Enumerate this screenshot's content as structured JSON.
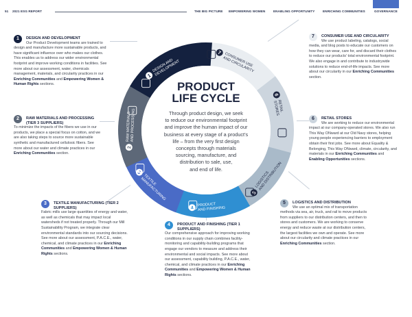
{
  "header": {
    "page": "51",
    "report": "2021 ESG REPORT",
    "nav": [
      "THE BIG PICTURE",
      "EMPOWERING WOMEN",
      "ENABLING OPPORTUNITY",
      "ENRICHING COMMUNITIES",
      "GOVERNANCE"
    ]
  },
  "center": {
    "title1": "PRODUCT",
    "title2": "LIFE CYCLE",
    "lines": [
      "Through product design, we seek",
      "to reduce our environmental footprint",
      "and improve the human impact of our",
      "business at every stage of a product's",
      "life – from the very first design",
      "concepts through materials",
      "sourcing, manufacture, and",
      "distribution to sale, use,",
      "and end of life."
    ]
  },
  "ring": [
    {
      "n": "1",
      "l1": "DESIGN AND",
      "l2": "DEVELOPMENT",
      "color": "#14213f",
      "icon": "window-icon"
    },
    {
      "n": "2",
      "l1": "RAW MATERIALS",
      "l2": "AND PROCESSING",
      "color": "#5d6878",
      "icon": "cotton-icon"
    },
    {
      "n": "3",
      "l1": "TEXTILE",
      "l2": "MANUFACTURING",
      "color": "#4a6bc6",
      "icon": "fabric-icon"
    },
    {
      "n": "4",
      "l1": "PRODUCT",
      "l2": "AND FINISHING",
      "color": "#2f8fd2",
      "icon": "glove-icon"
    },
    {
      "n": "5",
      "l1": "LOGISTICS",
      "l2": "AND DISTRIBUTION",
      "color": "#a9bac9",
      "icon": "cart-icon"
    },
    {
      "n": "6",
      "l1": "RETAIL",
      "l2": "STORES",
      "color": "#ccd5de",
      "icon": "bag-icon"
    },
    {
      "n": "7",
      "l1": "CONSUMER USE",
      "l2": "AND CIRCULARITY",
      "color": "#e9edf1",
      "icon": "recycle-icon"
    }
  ],
  "blocks": [
    {
      "n": "1",
      "title": "DESIGN AND DEVELOPMENT",
      "body": "Our Product Development teams are trained to design and manufacture more sustainable products, and have significant influence over who makes our clothes. This enables us to address our wider environmental footprint and improve working conditions in facilities. See more about our assessment, water, chemicals management, materials, and circularity practices in our ",
      "b1": "Enriching Communities",
      "mid": " and ",
      "b2": "Empowering Women & Human Rights",
      "end": " sections."
    },
    {
      "n": "2",
      "title": "RAW MATERIALS AND PROCESSING (TIER 3 SUPPLIERS)",
      "body": "To minimize the impacts of the fibers we use in our products, we place a special focus on cotton, and we are also taking steps to source more sustainable synthetic and manufactured cellulosic fibers. See more about our water and climate practices in our ",
      "b1": "Enriching Communities",
      "end": " section."
    },
    {
      "n": "3",
      "title": "TEXTILE MANUFACTURING (TIER 2 SUPPLIERS)",
      "body": "Fabric mills use large quantities of energy and water, as well as chemicals that may impact local watersheds if not treated properly. Through our Mill Sustainability Program, we integrate clear environmental standards into our sourcing decisions. See more about our assessment, P.A.C.E., water, chemical, and climate practices in our ",
      "b1": "Enriching Communities",
      "mid": " and ",
      "b2": "Empowering Women & Human Rights",
      "end": " sections."
    },
    {
      "n": "4",
      "title": "PRODUCT AND FINISHING (TIER 1 SUPPLIERS)",
      "body": "Our comprehensive approach for improving working conditions in our supply chain combines facility-monitoring and capability-building programs that engage our vendors to measure and address their environmental and social impacts. See more about our assessment, capability building, P.A.C.E., water, chemical, and climate practices in our ",
      "b1": "Enriching Communities",
      "mid": " and ",
      "b2": "Empowering Women & Human Rights",
      "end": " sections."
    },
    {
      "n": "5",
      "title": "LOGISTICS AND DISTRIBUTION",
      "body": "We use an optimal mix of transportation methods via sea, air, truck, and rail to move products from suppliers to our distribution centers, and then to stores and customers. We are working to conserve energy and reduce waste at our distribution centers, the largest facilities we own and operate. See more about our circularity and climate practices in our ",
      "b1": "Enriching Communities",
      "end": " section."
    },
    {
      "n": "6",
      "title": "RETAIL STORES",
      "body": "We are working to reduce our environmental impact at our company-operated stores. We also run This Way ONward at our Old Navy stores, helping young people experiencing barriers to employment obtain their first jobs. See more about Equality & Belonging, This Way ONward, climate, circularity, and materials in our ",
      "b1": "Enriching Communities",
      "mid": " and ",
      "b2": "Enabling Opportunities",
      "end": " sections."
    },
    {
      "n": "7",
      "title": "CONSUMER USE AND CIRCULARITY",
      "body": "We use product labeling, catalogs, social media, and blog posts to educate our customers on how they can wear, care for, and discard their clothes to reduce our products' total environmental footprint. We also engage in and contribute to industrywide solutions to reduce end-of-life impacts. See more about our circularity in our ",
      "b1": "Enriching Communities",
      "end": " section."
    }
  ]
}
